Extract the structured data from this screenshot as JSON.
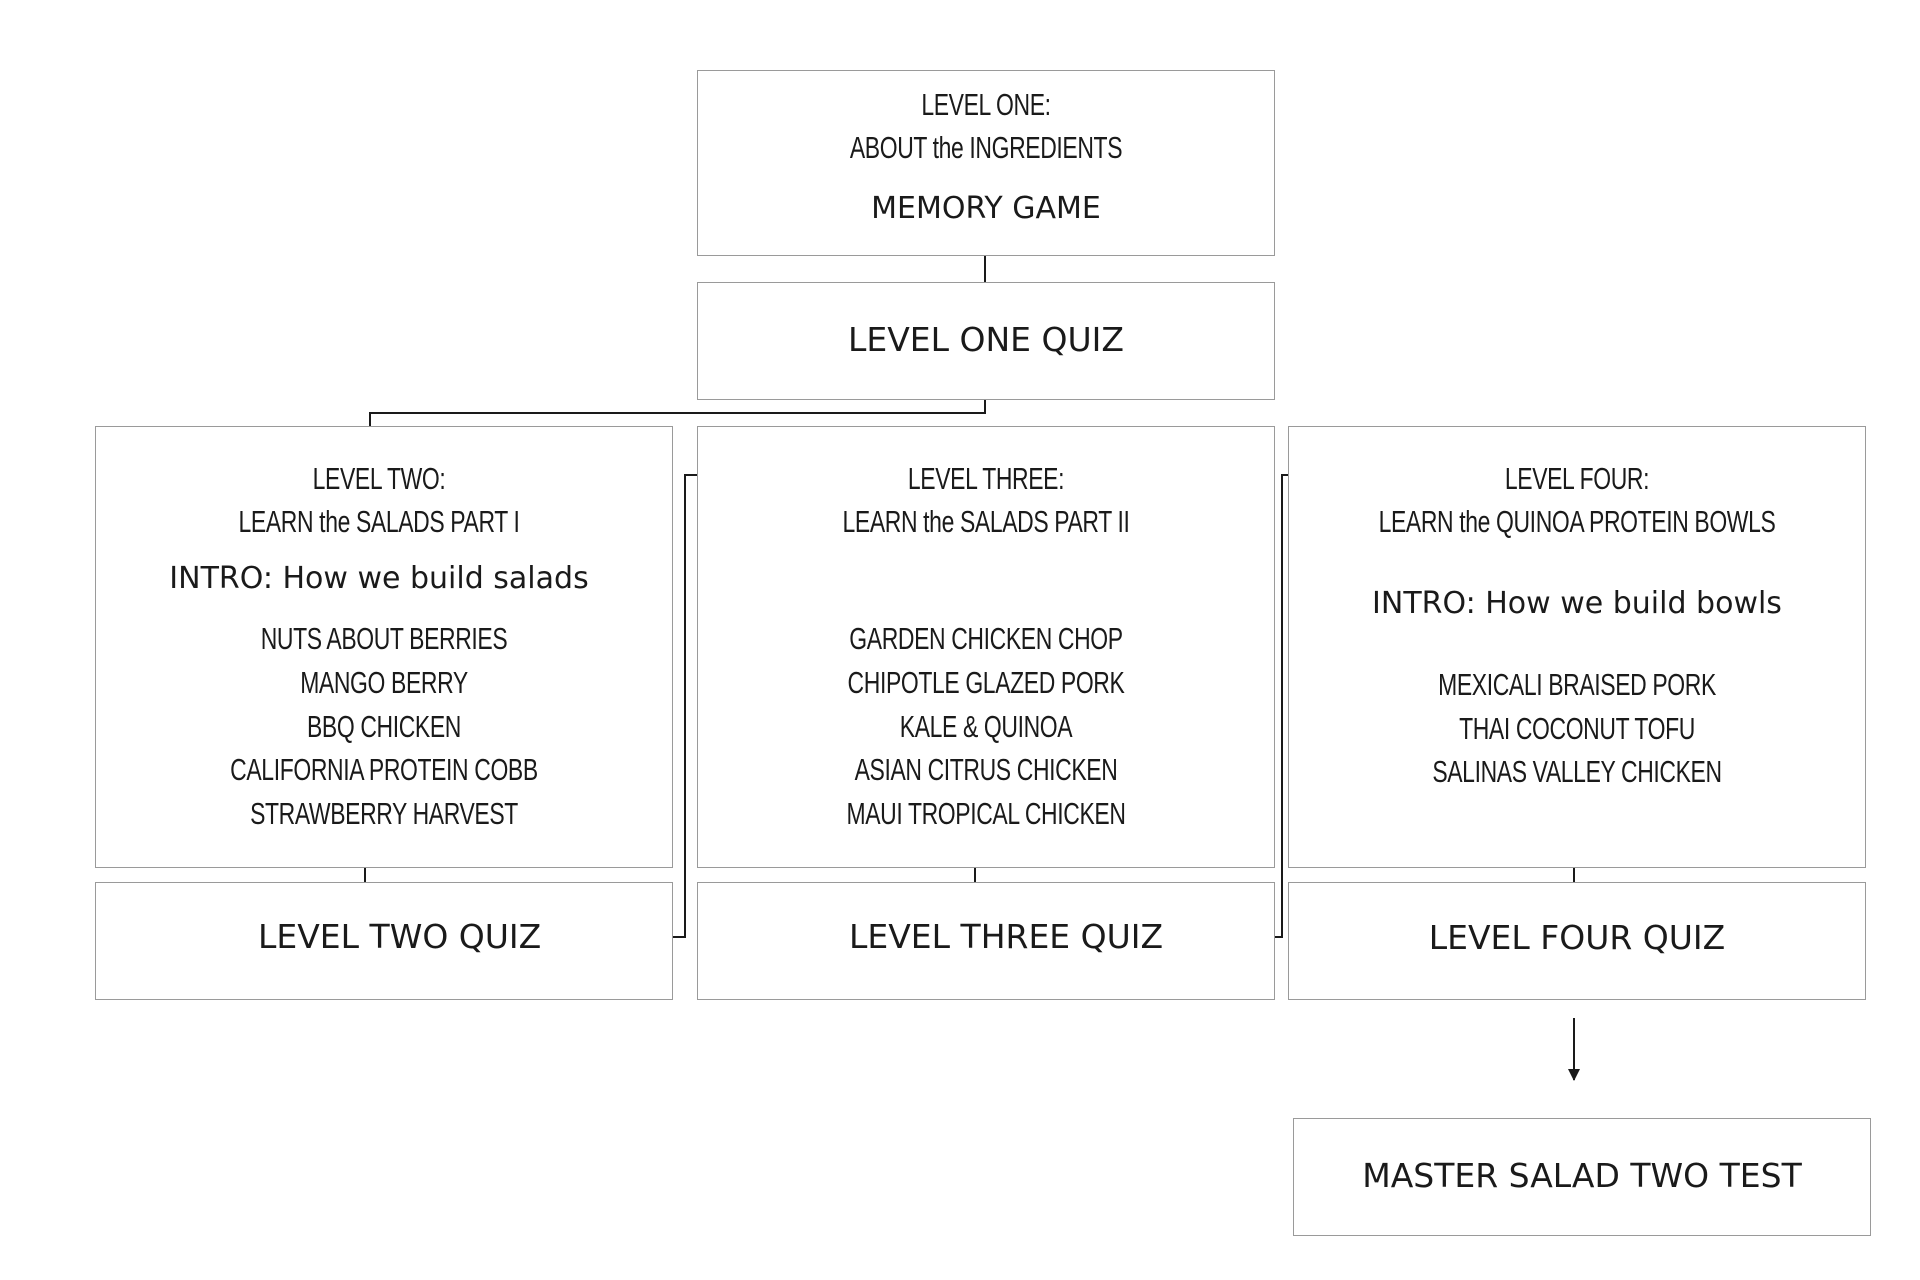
{
  "level_one": {
    "heading": "LEVEL ONE:",
    "subheading": "ABOUT the INGREDIENTS",
    "activity": "MEMORY GAME"
  },
  "level_one_quiz": "LEVEL ONE QUIZ",
  "level_two": {
    "heading": "LEVEL TWO:",
    "subheading": "LEARN the SALADS PART I",
    "intro": "INTRO: How we build salads",
    "items": [
      "NUTS ABOUT BERRIES",
      "MANGO BERRY",
      "BBQ CHICKEN",
      "CALIFORNIA PROTEIN COBB",
      "STRAWBERRY HARVEST"
    ]
  },
  "level_two_quiz": "LEVEL TWO QUIZ",
  "level_three": {
    "heading": "LEVEL THREE:",
    "subheading": "LEARN the SALADS PART II",
    "items": [
      "GARDEN CHICKEN CHOP",
      "CHIPOTLE GLAZED PORK",
      "KALE & QUINOA",
      "ASIAN CITRUS CHICKEN",
      "MAUI TROPICAL CHICKEN"
    ]
  },
  "level_three_quiz": "LEVEL THREE QUIZ",
  "level_four": {
    "heading": "LEVEL FOUR:",
    "subheading": "LEARN the QUINOA PROTEIN BOWLS",
    "intro": "INTRO: How we build bowls",
    "items": [
      "MEXICALI BRAISED PORK",
      "THAI COCONUT TOFU",
      "SALINAS VALLEY CHICKEN"
    ]
  },
  "level_four_quiz": "LEVEL FOUR QUIZ",
  "master_test": "MASTER SALAD TWO TEST",
  "colors": {
    "box_border": "#9a9a9a",
    "line": "#1a1a1a",
    "text": "#1a1a1a"
  }
}
